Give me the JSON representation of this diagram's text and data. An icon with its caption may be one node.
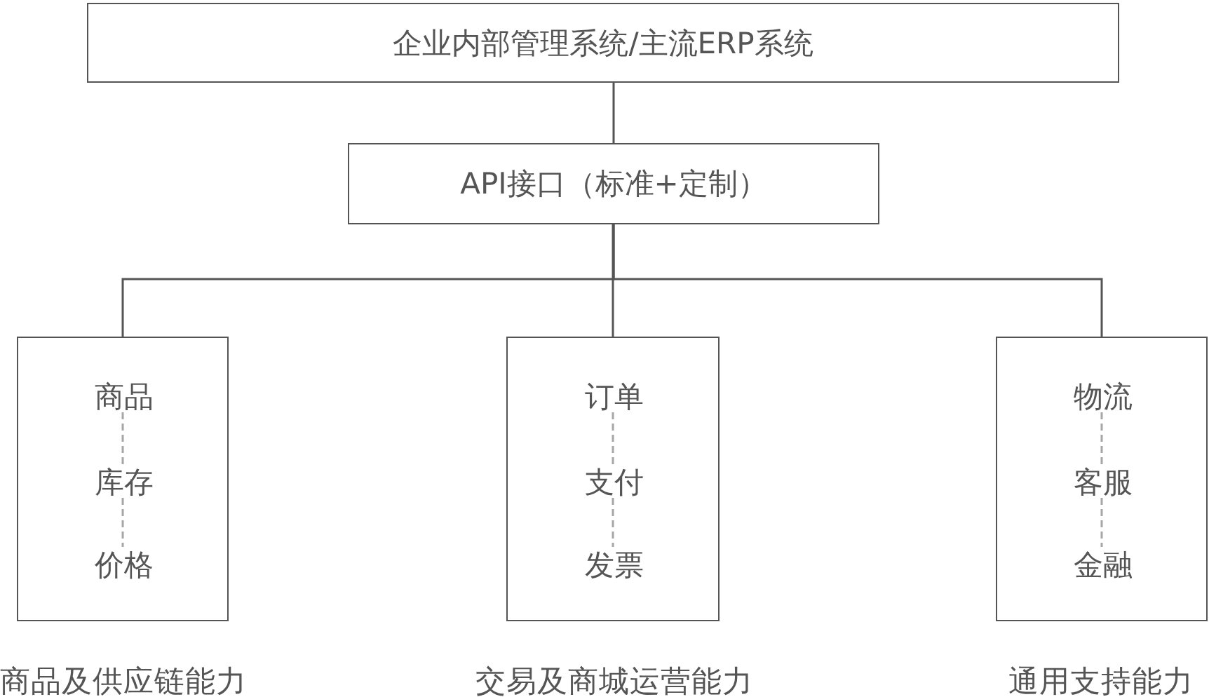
{
  "diagram": {
    "nodes": [
      {
        "text": [
          "企业内部管理系统/主流ERP系统"
        ]
      },
      {
        "text": [
          "API接口（标准+定制）"
        ]
      },
      {
        "text": [],
        "shape": "box",
        "beside": [
          "商品及供应链能力"
        ]
      },
      {
        "text": [
          "商品"
        ],
        "in": 2
      },
      {
        "text": [
          "库存"
        ],
        "in": 2
      },
      {
        "text": [
          "价格"
        ],
        "in": 2
      },
      {
        "text": [],
        "shape": "box",
        "beside": [
          "交易及商城运营能力"
        ]
      },
      {
        "text": [
          "订单"
        ],
        "in": 6
      },
      {
        "text": [
          "支付"
        ],
        "in": 6
      },
      {
        "text": [
          "发票"
        ],
        "in": 6
      },
      {
        "text": [],
        "shape": "box",
        "beside": [
          "通用支持能力"
        ]
      },
      {
        "text": [
          "物流"
        ],
        "in": 10
      },
      {
        "text": [
          "客服"
        ],
        "in": 10
      },
      {
        "text": [
          "金融"
        ],
        "in": 10
      }
    ],
    "edges": [
      {
        "from": 0,
        "to": 1,
        "arrow": "none"
      },
      {
        "from": 1,
        "to": 2,
        "arrow": "none"
      },
      {
        "from": 1,
        "to": 6,
        "arrow": "none"
      },
      {
        "from": 1,
        "to": 10,
        "arrow": "none"
      },
      {
        "from": 3,
        "to": 4,
        "arrow": "none",
        "style": "dashed",
        "color": "#a6a6a6"
      },
      {
        "from": 4,
        "to": 5,
        "arrow": "none",
        "style": "dashed",
        "color": "#a6a6a6"
      },
      {
        "from": 7,
        "to": 8,
        "arrow": "none",
        "style": "dashed",
        "color": "#a6a6a6"
      },
      {
        "from": 8,
        "to": 9,
        "arrow": "none",
        "style": "dashed",
        "color": "#a6a6a6"
      },
      {
        "from": 11,
        "to": 12,
        "arrow": "none",
        "style": "dashed",
        "color": "#a6a6a6"
      },
      {
        "from": 12,
        "to": 13,
        "arrow": "none",
        "style": "dashed",
        "color": "#a6a6a6"
      }
    ]
  }
}
